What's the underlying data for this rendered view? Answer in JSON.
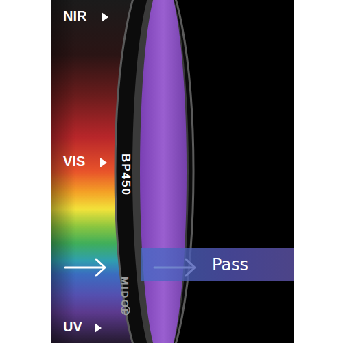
{
  "diagram": {
    "nodes": [
      {
        "text": [
          "Pass"
        ]
      }
    ],
    "labels": [
      "NIR",
      "VIS",
      "UV",
      "BP450",
      "MIDOP"
    ]
  }
}
